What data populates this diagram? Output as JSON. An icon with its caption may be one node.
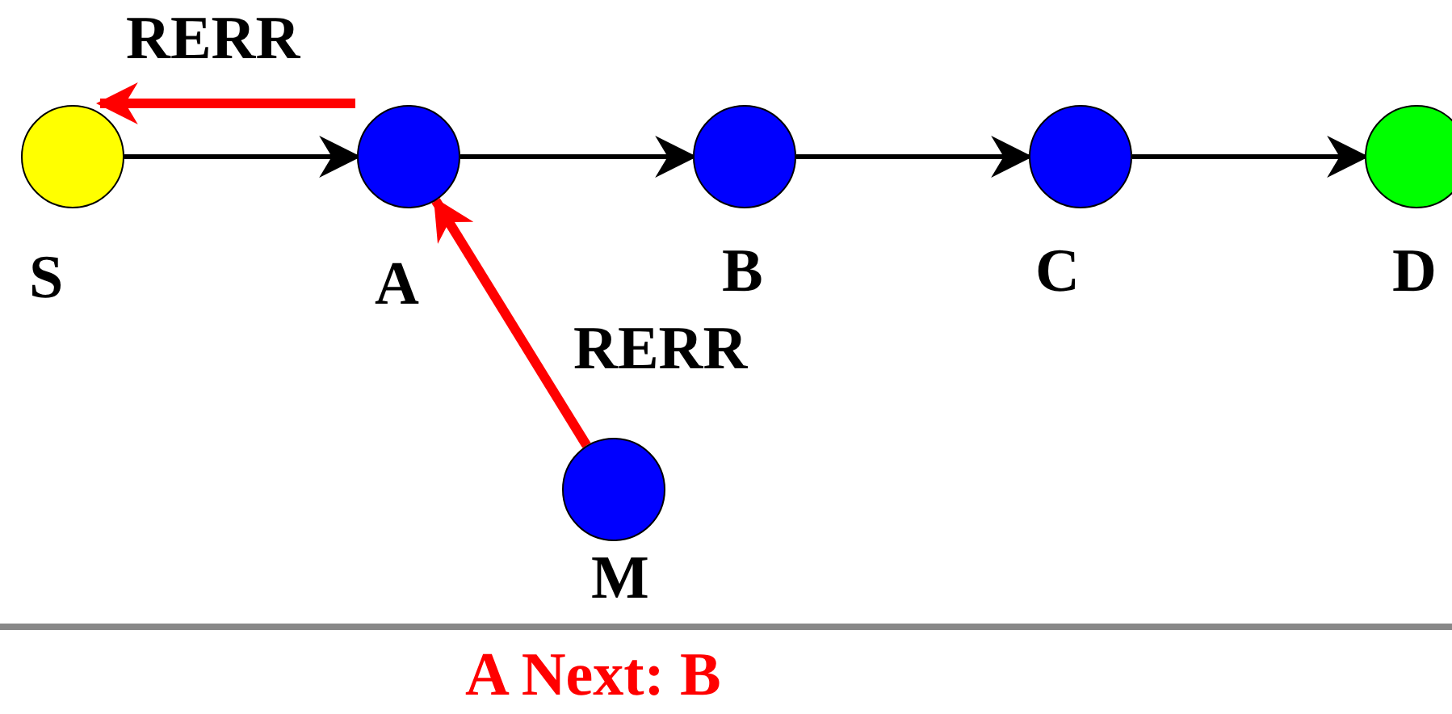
{
  "diagram": {
    "nodes": [
      {
        "text": [],
        "shape": "circle",
        "beside": [
          "S"
        ]
      },
      {
        "text": [],
        "shape": "circle",
        "beside": [
          "A"
        ]
      },
      {
        "text": [],
        "shape": "circle",
        "beside": [
          "B"
        ]
      },
      {
        "text": [],
        "shape": "circle",
        "beside": [
          "C"
        ]
      },
      {
        "text": [],
        "shape": "circle",
        "beside": [
          "D"
        ]
      },
      {
        "text": [],
        "shape": "circle",
        "beside": [
          "M"
        ]
      }
    ],
    "edges": [
      {
        "from": 0,
        "to": 1,
        "arrow": "to"
      },
      {
        "from": 1,
        "to": 2,
        "arrow": "to"
      },
      {
        "from": 2,
        "to": 3,
        "arrow": "to"
      },
      {
        "from": 3,
        "to": 4,
        "arrow": "to"
      },
      {
        "from": 1,
        "to": 0,
        "arrow": "to",
        "label": "RERR",
        "style": "thick",
        "color": "#ff0000"
      },
      {
        "from": 5,
        "to": 1,
        "arrow": "to",
        "label": "RERR",
        "style": "thick",
        "color": "#ff0000"
      }
    ],
    "labels": [
      "A Next: B"
    ]
  }
}
